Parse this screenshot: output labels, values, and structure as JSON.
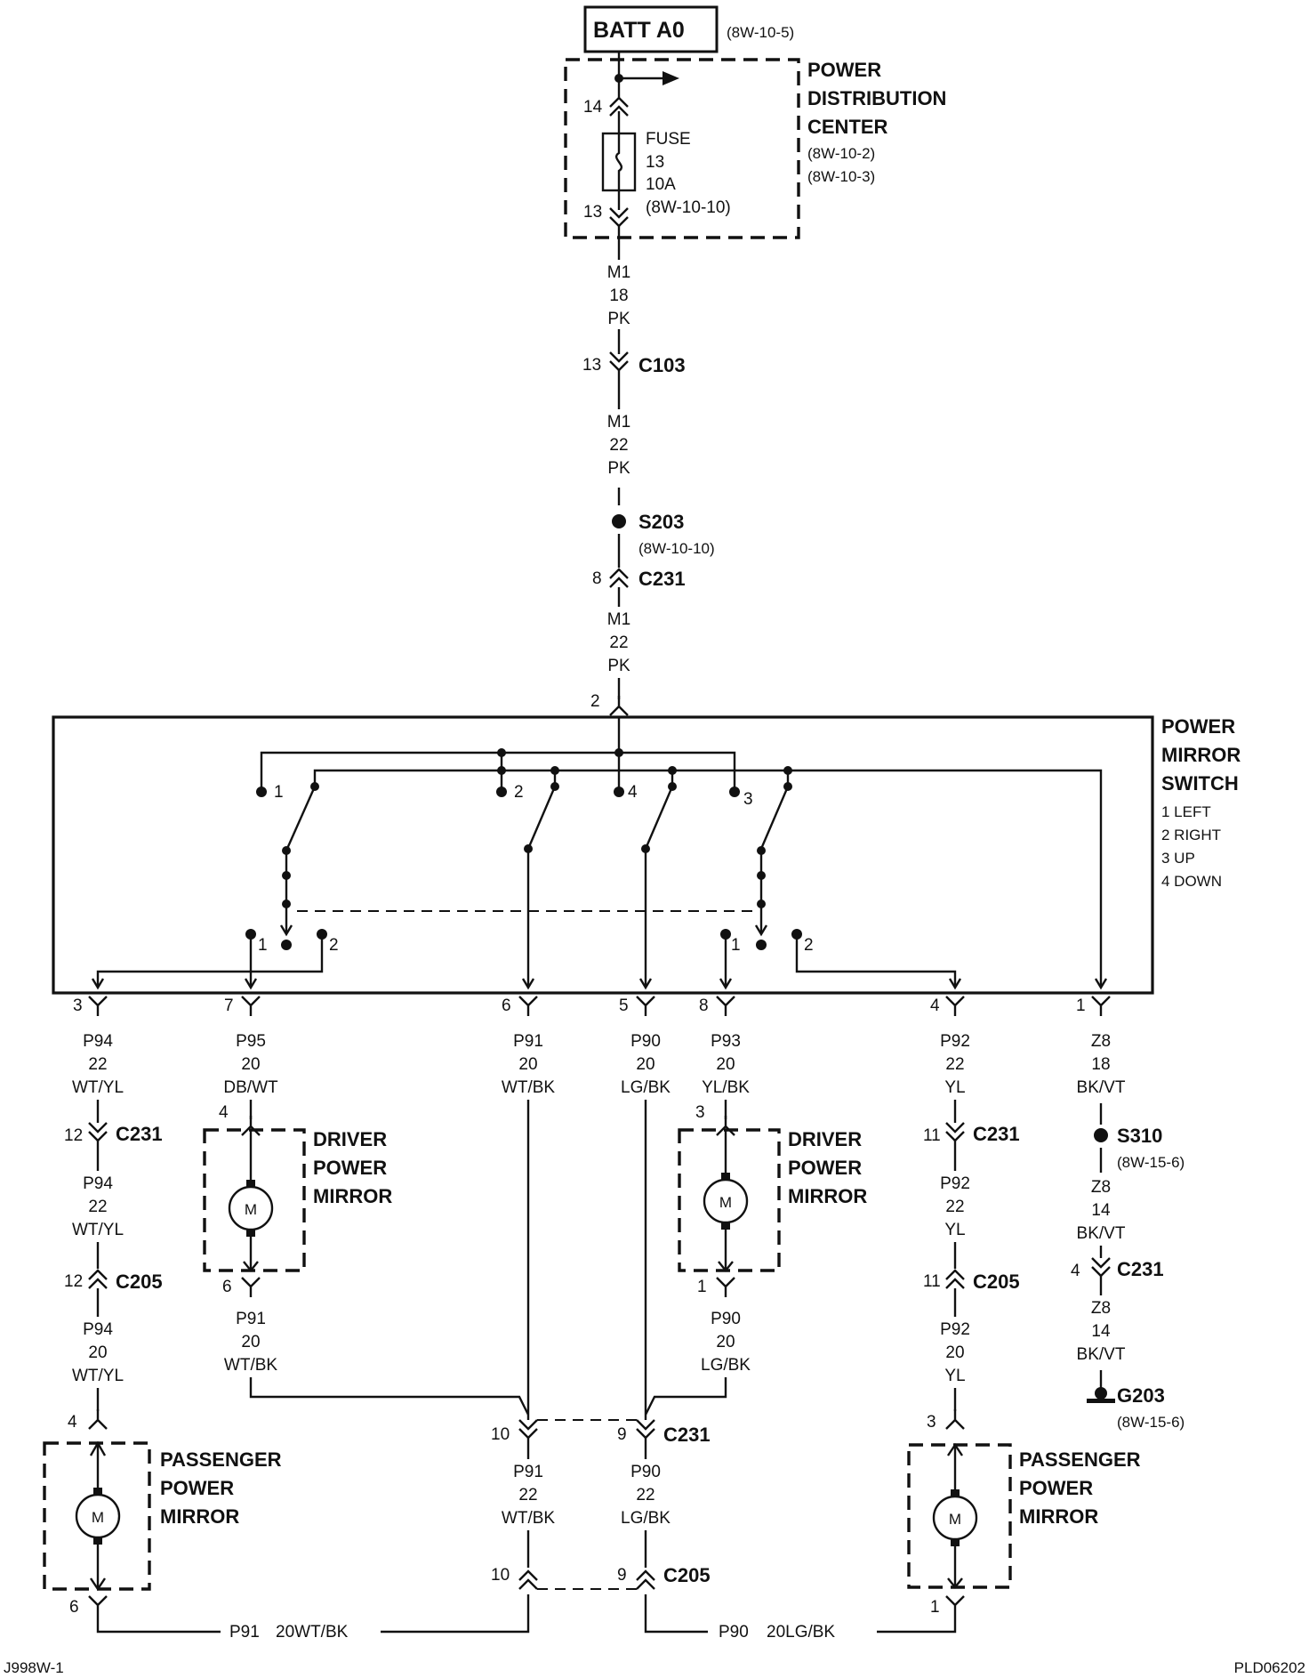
{
  "battery": {
    "label": "BATT A0",
    "ref": "(8W-10-5)"
  },
  "pdc": {
    "title": [
      "POWER",
      "DISTRIBUTION",
      "CENTER"
    ],
    "refs": [
      "(8W-10-2)",
      "(8W-10-3)"
    ],
    "pin_in": "14",
    "pin_out": "13",
    "fuse": [
      "FUSE",
      "13",
      "10A",
      "(8W-10-10)"
    ]
  },
  "main_feed": {
    "wire_a": [
      "M1",
      "18",
      "PK"
    ],
    "c103": {
      "pin": "13",
      "label": "C103"
    },
    "wire_b": [
      "M1",
      "22",
      "PK"
    ],
    "s203": {
      "label": "S203",
      "ref": "(8W-10-10)"
    },
    "c231": {
      "pin": "8",
      "label": "C231"
    },
    "wire_c": [
      "M1",
      "22",
      "PK"
    ],
    "switch_pin": "2"
  },
  "switch": {
    "title": [
      "POWER",
      "MIRROR",
      "SWITCH"
    ],
    "legend": [
      "1 LEFT",
      "2 RIGHT",
      "3 UP",
      "4 DOWN"
    ],
    "contacts_top": [
      "1",
      "2",
      "4",
      "3"
    ],
    "contacts_bottom_left": [
      "1",
      "2"
    ],
    "contacts_bottom_right": [
      "1",
      "2"
    ]
  },
  "outputs": {
    "p94": {
      "pin": "3",
      "wire1": [
        "P94",
        "22",
        "WT/YL"
      ],
      "c231_pin": "12",
      "c231": "C231",
      "wire2": [
        "P94",
        "22",
        "WT/YL"
      ],
      "c205_pin": "12",
      "c205": "C205",
      "wire3": [
        "P94",
        "20",
        "WT/YL"
      ],
      "mirror_pin": "4"
    },
    "p95": {
      "pin": "7",
      "wire": [
        "P95",
        "20",
        "DB/WT"
      ],
      "mirror_pin": "4"
    },
    "p91": {
      "pin": "6",
      "wire": [
        "P91",
        "20",
        "WT/BK"
      ]
    },
    "p90": {
      "pin": "5",
      "wire": [
        "P90",
        "20",
        "LG/BK"
      ]
    },
    "p93": {
      "pin": "8",
      "wire": [
        "P93",
        "20",
        "YL/BK"
      ],
      "mirror_pin": "3"
    },
    "p92": {
      "pin": "4",
      "wire1": [
        "P92",
        "22",
        "YL"
      ],
      "c231_pin": "11",
      "c231": "C231",
      "wire2": [
        "P92",
        "22",
        "YL"
      ],
      "c205_pin": "11",
      "c205": "C205",
      "wire3": [
        "P92",
        "20",
        "YL"
      ],
      "mirror_pin": "3"
    },
    "z8": {
      "pin": "1",
      "wire1": [
        "Z8",
        "18",
        "BK/VT"
      ],
      "s310": "S310",
      "s310_ref": "(8W-15-6)",
      "wire2": [
        "Z8",
        "14",
        "BK/VT"
      ],
      "c231_pin": "4",
      "c231": "C231",
      "wire3": [
        "Z8",
        "14",
        "BK/VT"
      ],
      "g203": "G203",
      "g203_ref": "(8W-15-6)"
    }
  },
  "driver_mirror_left": {
    "title": [
      "DRIVER",
      "POWER",
      "MIRROR"
    ],
    "bottom_pin": "6",
    "wire": [
      "P91",
      "20",
      "WT/BK"
    ],
    "motor": "M"
  },
  "driver_mirror_right": {
    "title": [
      "DRIVER",
      "POWER",
      "MIRROR"
    ],
    "bottom_pin": "1",
    "wire": [
      "P90",
      "20",
      "LG/BK"
    ],
    "motor": "M"
  },
  "passenger_mirror_left": {
    "title": [
      "PASSENGER",
      "POWER",
      "MIRROR"
    ],
    "bottom_pin": "6",
    "motor": "M"
  },
  "passenger_mirror_right": {
    "title": [
      "PASSENGER",
      "POWER",
      "MIRROR"
    ],
    "bottom_pin": "1",
    "motor": "M"
  },
  "lower_connectors": {
    "c231": {
      "pin_left": "10",
      "pin_right": "9",
      "label": "C231"
    },
    "wire_left": [
      "P91",
      "22",
      "WT/BK"
    ],
    "wire_right": [
      "P90",
      "22",
      "LG/BK"
    ],
    "c205": {
      "pin_left": "10",
      "pin_right": "9",
      "label": "C205"
    },
    "bottom_left_wire": [
      "P91",
      "20WT/BK"
    ],
    "bottom_right_wire": [
      "P90",
      "20LG/BK"
    ]
  },
  "footer": {
    "left": "J998W-1",
    "right": "PLD06202"
  }
}
